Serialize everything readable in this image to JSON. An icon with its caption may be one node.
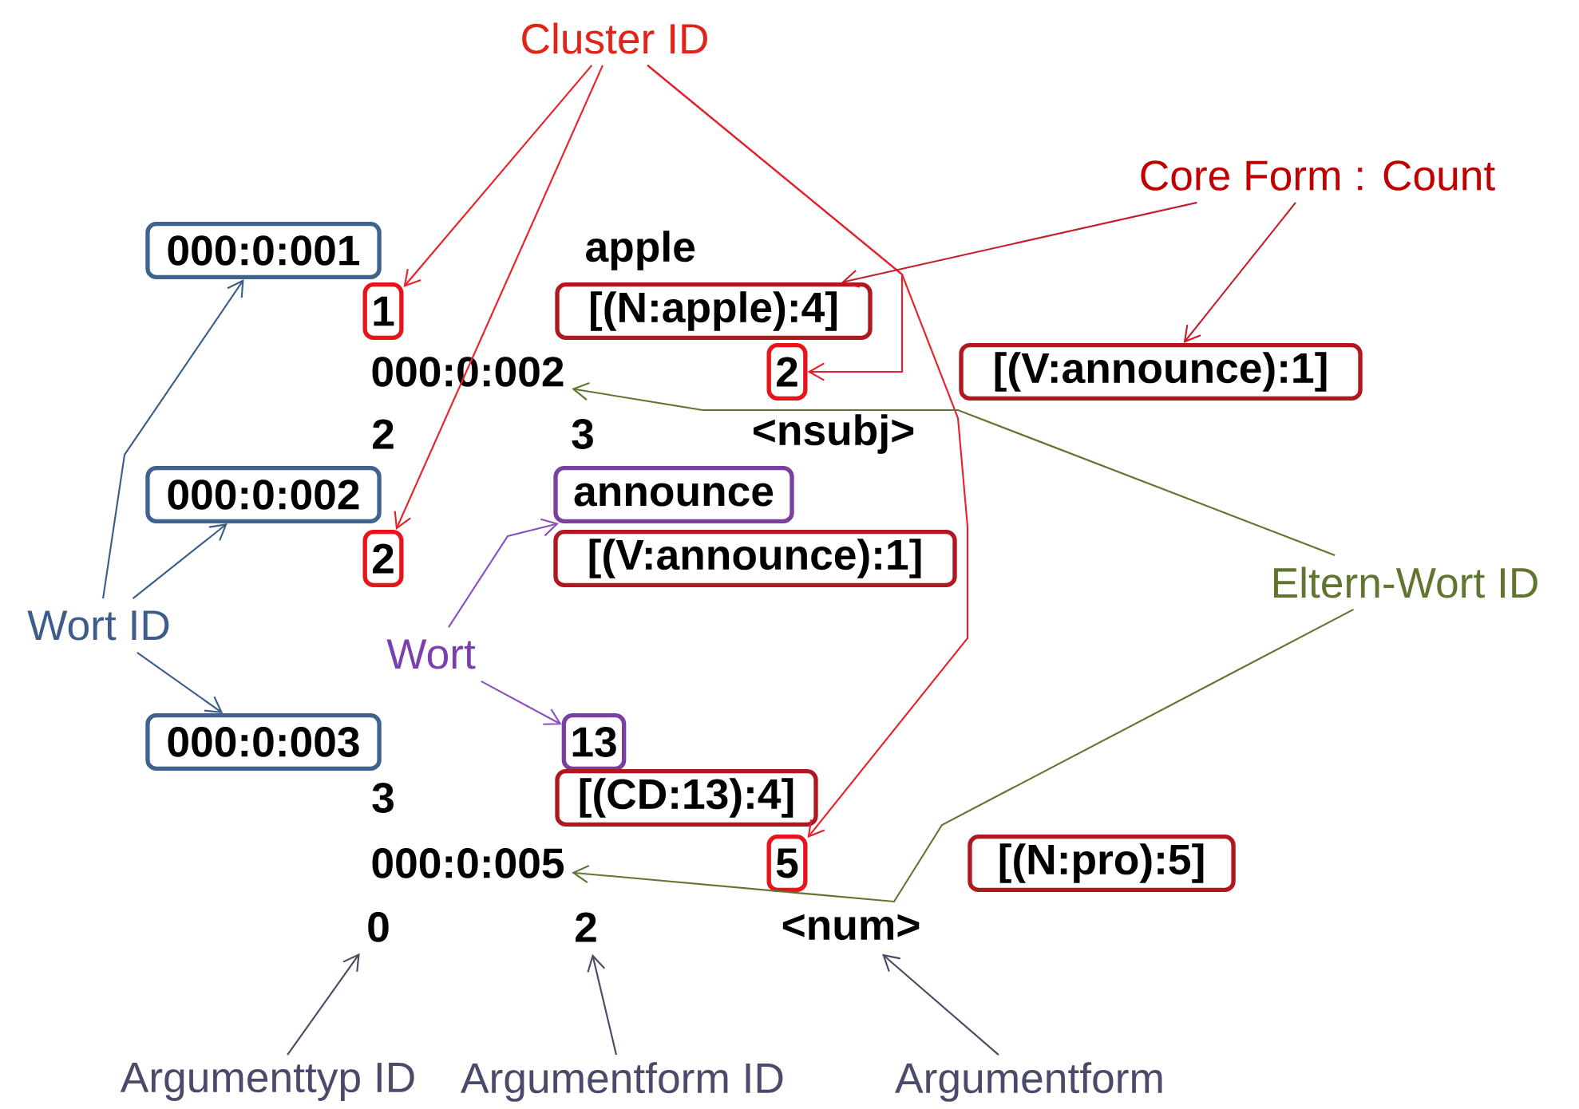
{
  "diagram": {
    "nodes": [
      {
        "text": [
          "Cluster ID"
        ]
      },
      {
        "text": [
          "Core Form : Count"
        ]
      },
      {
        "text": [
          "000:0:001"
        ]
      },
      {
        "text": [
          "1"
        ]
      },
      {
        "text": [
          "[(N:apple):4]"
        ]
      },
      {
        "text": [
          "000:0:002"
        ]
      },
      {
        "text": [
          "2"
        ]
      },
      {
        "text": [
          "[(V:announce):1]"
        ]
      },
      {
        "text": [
          "000:0:002"
        ]
      },
      {
        "text": [
          "announce"
        ]
      },
      {
        "text": [
          "2"
        ]
      },
      {
        "text": [
          "[(V:announce):1]"
        ]
      },
      {
        "text": [
          "Eltern-Wort ID"
        ]
      },
      {
        "text": [
          "Wort ID"
        ]
      },
      {
        "text": [
          "Wort"
        ]
      },
      {
        "text": [
          "000:0:003"
        ]
      },
      {
        "text": [
          "13"
        ]
      },
      {
        "text": [
          "[(CD:13):4]"
        ]
      },
      {
        "text": [
          "000:0:005"
        ]
      },
      {
        "text": [
          "5"
        ]
      },
      {
        "text": [
          "[(N:pro):5]"
        ]
      },
      {
        "text": [
          "0"
        ]
      },
      {
        "text": [
          "2"
        ]
      },
      {
        "text": [
          "<num>"
        ]
      },
      {
        "text": [
          "Argumenttyp ID"
        ]
      },
      {
        "text": [
          "Argumentform ID"
        ]
      },
      {
        "text": [
          "Argumentform"
        ]
      }
    ],
    "edges": [
      {
        "from": 0,
        "to": 3,
        "arrow": "to",
        "color": "#e8202a"
      },
      {
        "from": 0,
        "to": 10,
        "arrow": "to",
        "color": "#e8202a"
      },
      {
        "from": 0,
        "to": 6,
        "arrow": "to",
        "color": "#e8202a"
      },
      {
        "from": 0,
        "to": 19,
        "arrow": "to",
        "color": "#e8202a"
      },
      {
        "from": 1,
        "to": 4,
        "arrow": "to",
        "color": "#c0202a"
      },
      {
        "from": 1,
        "to": 7,
        "arrow": "to",
        "color": "#c0202a"
      },
      {
        "from": 12,
        "to": 5,
        "arrow": "to",
        "color": "#5f7530"
      },
      {
        "from": 12,
        "to": 18,
        "arrow": "to",
        "color": "#5f7530"
      },
      {
        "from": 13,
        "to": 2,
        "arrow": "to",
        "color": "#3c5d8a"
      },
      {
        "from": 13,
        "to": 8,
        "arrow": "to",
        "color": "#3c5d8a"
      },
      {
        "from": 13,
        "to": 15,
        "arrow": "to",
        "color": "#3c5d8a"
      },
      {
        "from": 14,
        "to": 9,
        "arrow": "to",
        "color": "#8a4fc0"
      },
      {
        "from": 14,
        "to": 16,
        "arrow": "to",
        "color": "#8a4fc0"
      },
      {
        "from": 24,
        "to": 21,
        "arrow": "to",
        "color": "#4a4a66"
      },
      {
        "from": 25,
        "to": 22,
        "arrow": "to",
        "color": "#4a4a66"
      },
      {
        "from": 26,
        "to": 23,
        "arrow": "to",
        "color": "#4a4a66"
      }
    ],
    "labels": [
      "apple",
      "2",
      "3",
      "<nsubj>",
      "3"
    ]
  }
}
